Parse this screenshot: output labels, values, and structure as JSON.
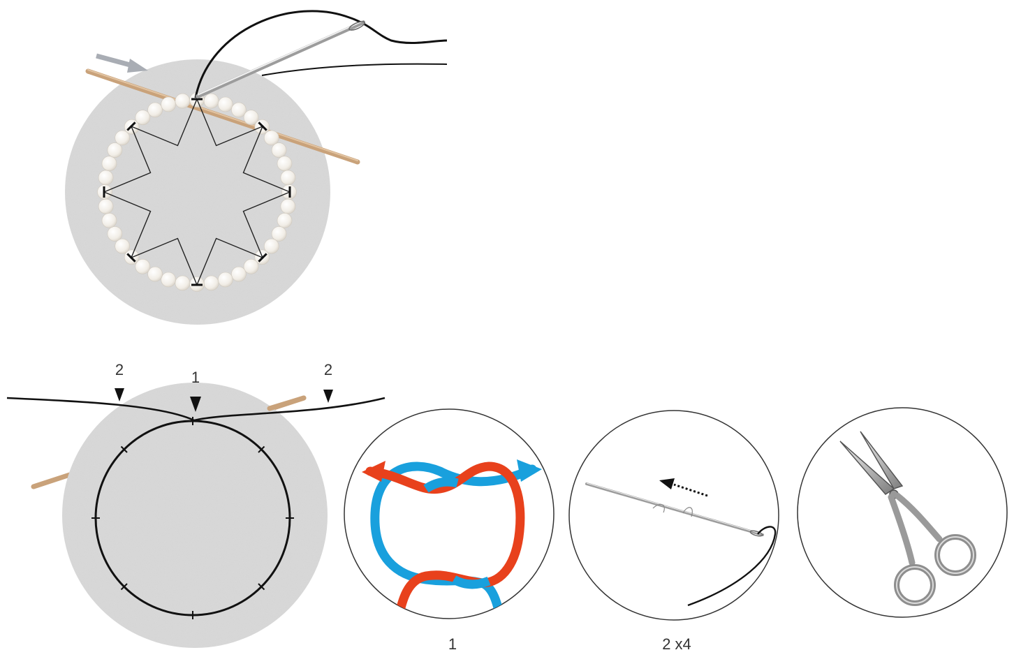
{
  "markers": {
    "left": "2",
    "center": "1",
    "right": "2"
  },
  "captions": {
    "knot": "1",
    "repeat": "2 x4"
  },
  "colors": {
    "felt": "#d9d9d9",
    "thread": "#111111",
    "needle": "#cfcfcf",
    "pin": "#c9a27a",
    "pearl": "#ffffff",
    "knot_red": "#e8411c",
    "knot_blue": "#19a0dd",
    "arrow_gray": "#a9adb4",
    "circle_stroke": "#333333"
  },
  "icons": {
    "needle": "needle-icon",
    "pin": "pin-icon",
    "scissors": "scissors-icon",
    "direction": "arrow-icon"
  }
}
